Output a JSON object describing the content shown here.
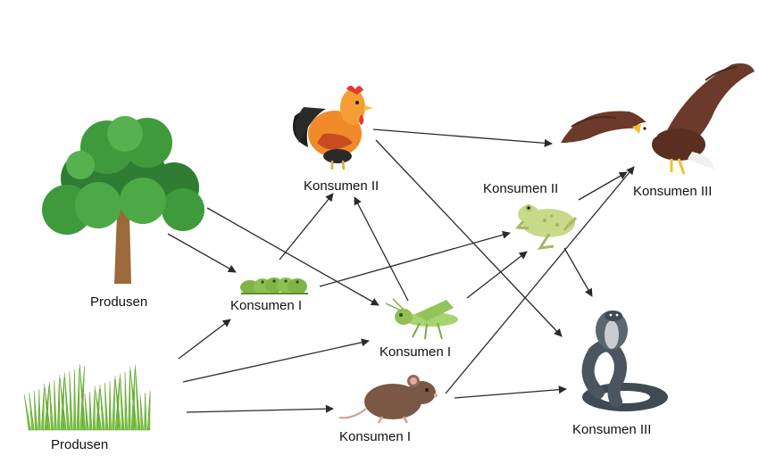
{
  "labels": {
    "tree": "Produsen",
    "grass": "Produsen",
    "caterpillar": "Konsumen I",
    "grasshopper": "Konsumen I",
    "mouse": "Konsumen I",
    "rooster": "Konsumen II",
    "frog": "Konsumen II",
    "eagle": "Konsumen III",
    "cobra": "Konsumen III"
  },
  "organisms": [
    {
      "key": "tree",
      "icon": "tree-icon",
      "level": "Produsen"
    },
    {
      "key": "grass",
      "icon": "grass-icon",
      "level": "Produsen"
    },
    {
      "key": "caterpillar",
      "icon": "caterpillar-icon",
      "level": "Konsumen I"
    },
    {
      "key": "grasshopper",
      "icon": "grasshopper-icon",
      "level": "Konsumen I"
    },
    {
      "key": "mouse",
      "icon": "mouse-icon",
      "level": "Konsumen I"
    },
    {
      "key": "rooster",
      "icon": "rooster-icon",
      "level": "Konsumen II"
    },
    {
      "key": "frog",
      "icon": "frog-icon",
      "level": "Konsumen II"
    },
    {
      "key": "eagle",
      "icon": "eagle-icon",
      "level": "Konsumen III"
    },
    {
      "key": "cobra",
      "icon": "cobra-icon",
      "level": "Konsumen III"
    }
  ],
  "edges": [
    {
      "from": "tree",
      "to": "caterpillar"
    },
    {
      "from": "tree",
      "to": "grasshopper"
    },
    {
      "from": "grass",
      "to": "caterpillar"
    },
    {
      "from": "grass",
      "to": "grasshopper"
    },
    {
      "from": "grass",
      "to": "mouse"
    },
    {
      "from": "caterpillar",
      "to": "rooster"
    },
    {
      "from": "caterpillar",
      "to": "frog"
    },
    {
      "from": "grasshopper",
      "to": "rooster"
    },
    {
      "from": "grasshopper",
      "to": "frog"
    },
    {
      "from": "rooster",
      "to": "eagle"
    },
    {
      "from": "rooster",
      "to": "cobra"
    },
    {
      "from": "frog",
      "to": "eagle"
    },
    {
      "from": "frog",
      "to": "cobra"
    },
    {
      "from": "mouse",
      "to": "eagle"
    },
    {
      "from": "mouse",
      "to": "cobra"
    }
  ],
  "colors": {
    "arrow": "#2a2a2a",
    "text": "#111111",
    "leaf": "#3f9a3c",
    "trunk": "#9b6a3a",
    "grass": "#7cc242",
    "caterpillar": "#8cc152",
    "grasshopper": "#a8d46f",
    "mouse": "#7a5845",
    "rooster": "#f08a2a",
    "frog": "#c9d98a",
    "eagle": "#6b3a2a",
    "cobra": "#4a5560"
  }
}
